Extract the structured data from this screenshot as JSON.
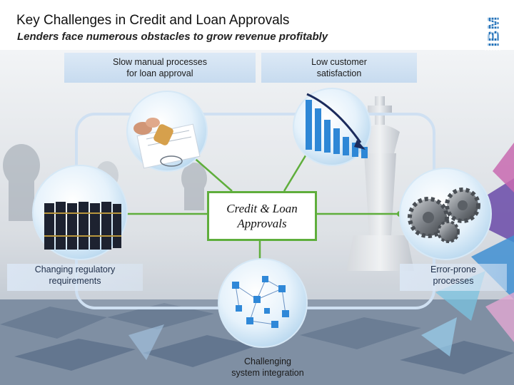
{
  "slide": {
    "title": "Key Challenges in Credit and Loan Approvals",
    "subtitle": "Lenders face numerous obstacles to grow revenue profitably",
    "logo_text": "IBM"
  },
  "center": {
    "label": "Credit & Loan\nApprovals"
  },
  "challenges": {
    "slow_manual": "Slow manual processes\nfor loan approval",
    "low_satisfaction": "Low customer\nsatisfaction",
    "regulatory": "Changing regulatory\nrequirements",
    "error_prone": "Error-prone\nprocesses",
    "integration": "Challenging\nsystem integration"
  },
  "colors": {
    "connector": "#5fae3c",
    "frame": "#cfe0f2",
    "label_fill": "#c7dbef",
    "logo_blue": "#1f6fb8"
  },
  "icons": {
    "slow_manual": "stamp-approval-icon",
    "low_satisfaction": "declining-bar-chart-icon",
    "regulatory": "law-books-icon",
    "error_prone": "gears-icon",
    "integration": "network-cubes-icon"
  }
}
